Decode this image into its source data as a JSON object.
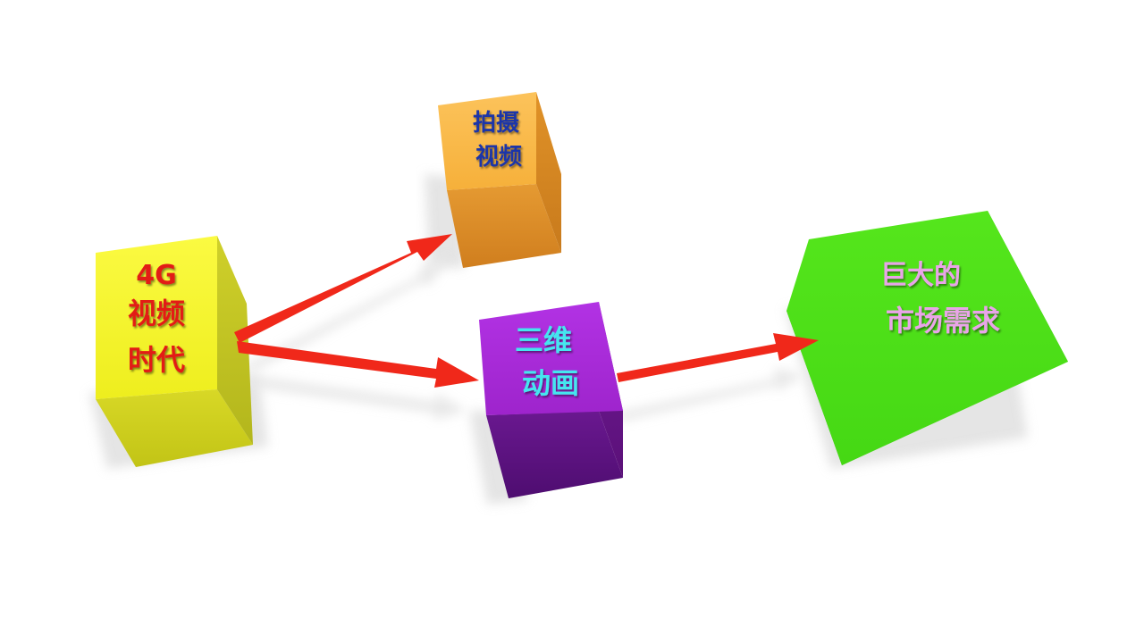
{
  "diagram": {
    "nodes": {
      "era": {
        "lines": [
          "4G",
          "视频",
          "时代"
        ],
        "face_color": "#f7f52e",
        "text_color": "#e21a14"
      },
      "shoot": {
        "lines": [
          "拍摄",
          "视频"
        ],
        "face_color": "#fbb64a",
        "text_color": "#1c35a8"
      },
      "anim": {
        "lines": [
          "三维",
          "动画"
        ],
        "face_color": "#a92bd8",
        "text_color": "#44e6ef"
      },
      "market": {
        "lines": [
          "巨大的",
          "市场需求"
        ],
        "face_color": "#4ee019",
        "text_color": "#e9a4e8"
      }
    },
    "arrow_color": "#f0281a"
  }
}
